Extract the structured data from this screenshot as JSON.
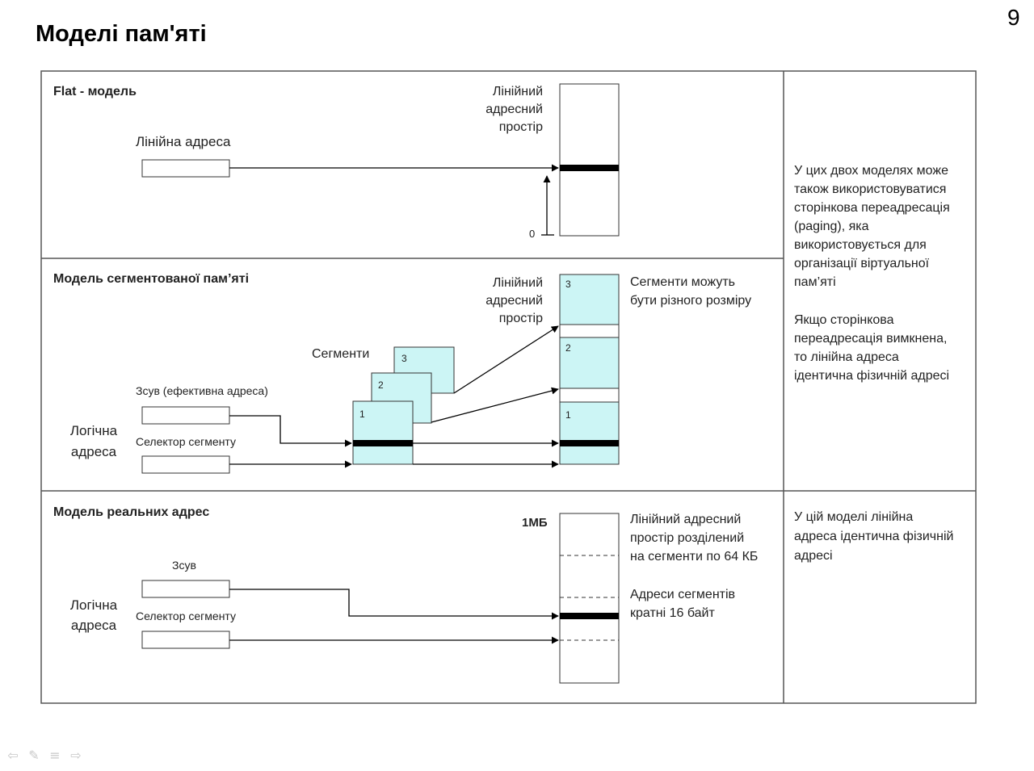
{
  "title": "Моделі пам'яті",
  "page_number": "9",
  "colors": {
    "segment_fill": "#ccf5f5",
    "border": "#555555",
    "bar": "#000000"
  },
  "flat": {
    "heading": "Flat - модель",
    "linear_address": "Лінійна адреса",
    "space_label": [
      "Лінійний",
      "адресний",
      "простір"
    ],
    "zero": "0"
  },
  "segmented": {
    "heading": "Модель сегментованої пам’яті",
    "space_label": [
      "Лінійний",
      "адресний",
      "простір"
    ],
    "note": [
      "Сегменти можуть",
      "бути  різного  розміру"
    ],
    "segments_label": "Сегменти",
    "offset_label": "Зсув (ефективна адреса)",
    "selector_label": "Селектор сегменту",
    "logical_address": [
      "Логічна",
      "адреса"
    ],
    "segment_numbers": [
      "1",
      "2",
      "3"
    ]
  },
  "real": {
    "heading": "Модель реальних адрес",
    "size_label": "1МБ",
    "offset_label": "Зсув",
    "selector_label": "Селектор сегменту",
    "logical_address": [
      "Логічна",
      "адреса"
    ],
    "note1": [
      "Лінійний адресний",
      "простір розділений",
      "на сегменти по 64 КБ"
    ],
    "note2": [
      "Адреси сегментів",
      "кратні 16 байт"
    ]
  },
  "side_note_top": [
    "У цих двох моделях може",
    "також використовуватися",
    "сторінкова переадресація",
    "(paging), яка",
    "використовується для",
    "організації віртуальної",
    "пам’яті",
    "",
    "Якщо сторінкова",
    "переадресація вимкнена,",
    "то лінійна адреса",
    "ідентична фізичній адресі"
  ],
  "side_note_bottom": [
    "У цій  моделі лінійна",
    "адреса ідентична фізичній",
    "адресі"
  ]
}
